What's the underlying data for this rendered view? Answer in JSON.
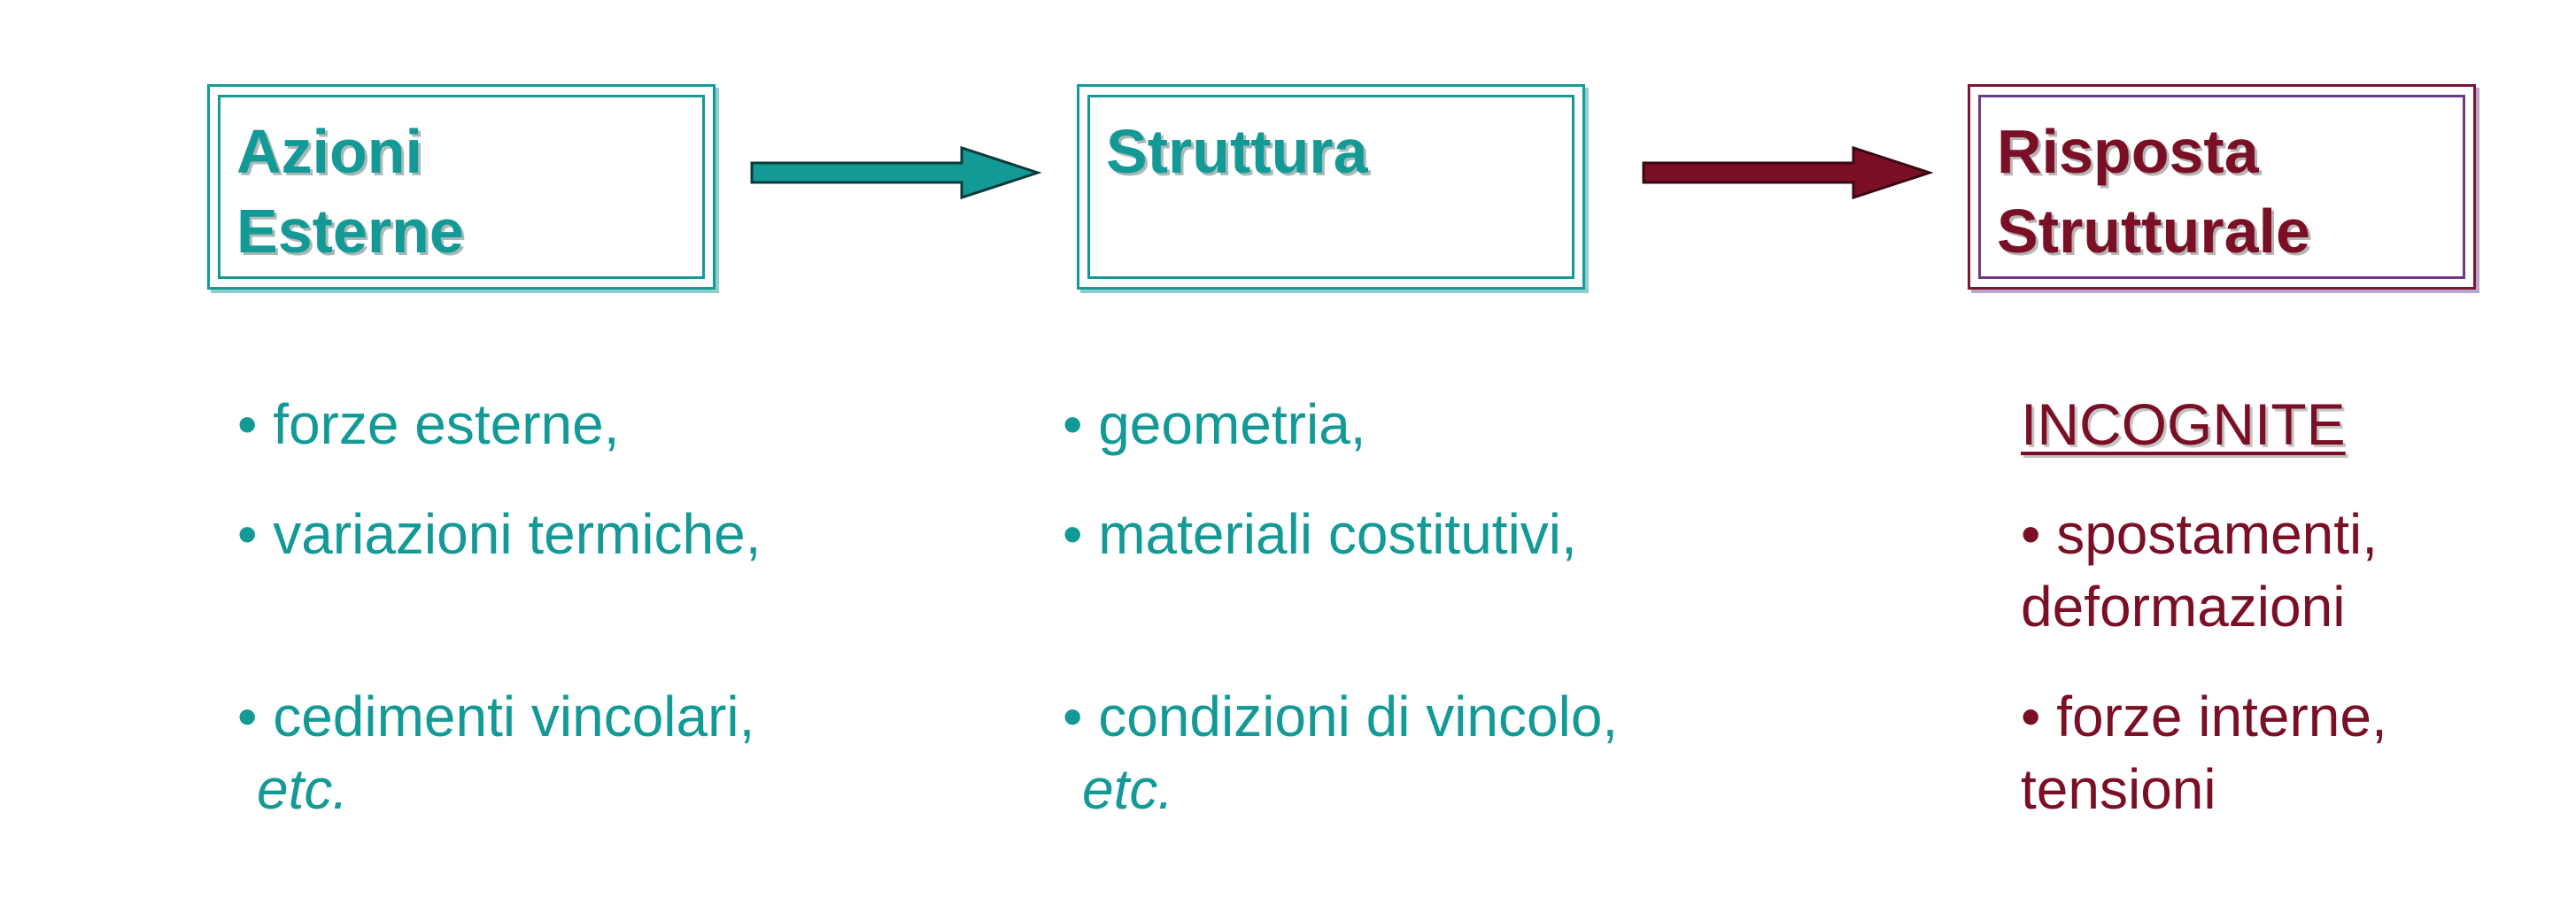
{
  "boxes": {
    "azioni": {
      "title": "Azioni\nEsterne"
    },
    "struttura": {
      "title": "Struttura"
    },
    "risposta": {
      "title": "Risposta\nStrutturale"
    }
  },
  "azioni_list": {
    "items": [
      "• forze esterne,",
      "• variazioni termiche,",
      "• cedimenti vincolari,"
    ],
    "etc": "etc."
  },
  "struttura_list": {
    "items": [
      "• geometria,",
      "• materiali costitutivi,",
      "• condizioni di vincolo,"
    ],
    "etc": "etc."
  },
  "risposta_list": {
    "heading": "INCOGNITE",
    "items": [
      "• spostamenti,\ndeformazioni",
      "• forze interne,\ntensioni"
    ]
  },
  "colors": {
    "teal": "#139a96",
    "wine": "#7a0f25",
    "purple_border": "#6a3b8a"
  }
}
